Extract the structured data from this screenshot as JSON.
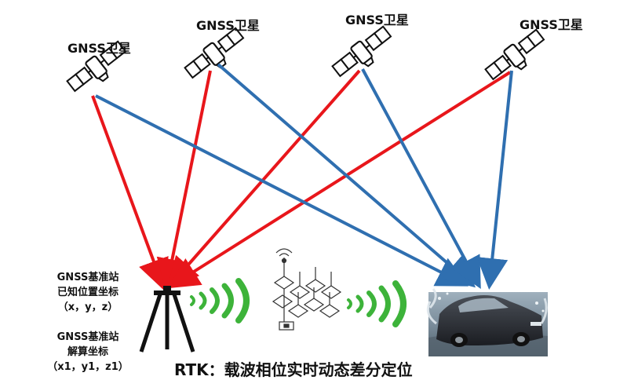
{
  "satellites": [
    {
      "label": "GNSS卫星"
    },
    {
      "label": "GNSS卫星"
    },
    {
      "label": "GNSS卫星"
    },
    {
      "label": "GNSS卫星"
    }
  ],
  "base_station": {
    "title1": "GNSS基准站",
    "line2": "已知位置坐标",
    "line3": "（x，y，z）",
    "title2": "GNSS基准站",
    "line5": "解算坐标",
    "line6": "（x1，y1，z1）"
  },
  "caption": "RTK：载波相位实时动态差分定位",
  "colors": {
    "to_base_station": "#e8161b",
    "to_rover": "#2f6fb0",
    "radio_wave": "#3db33a"
  }
}
